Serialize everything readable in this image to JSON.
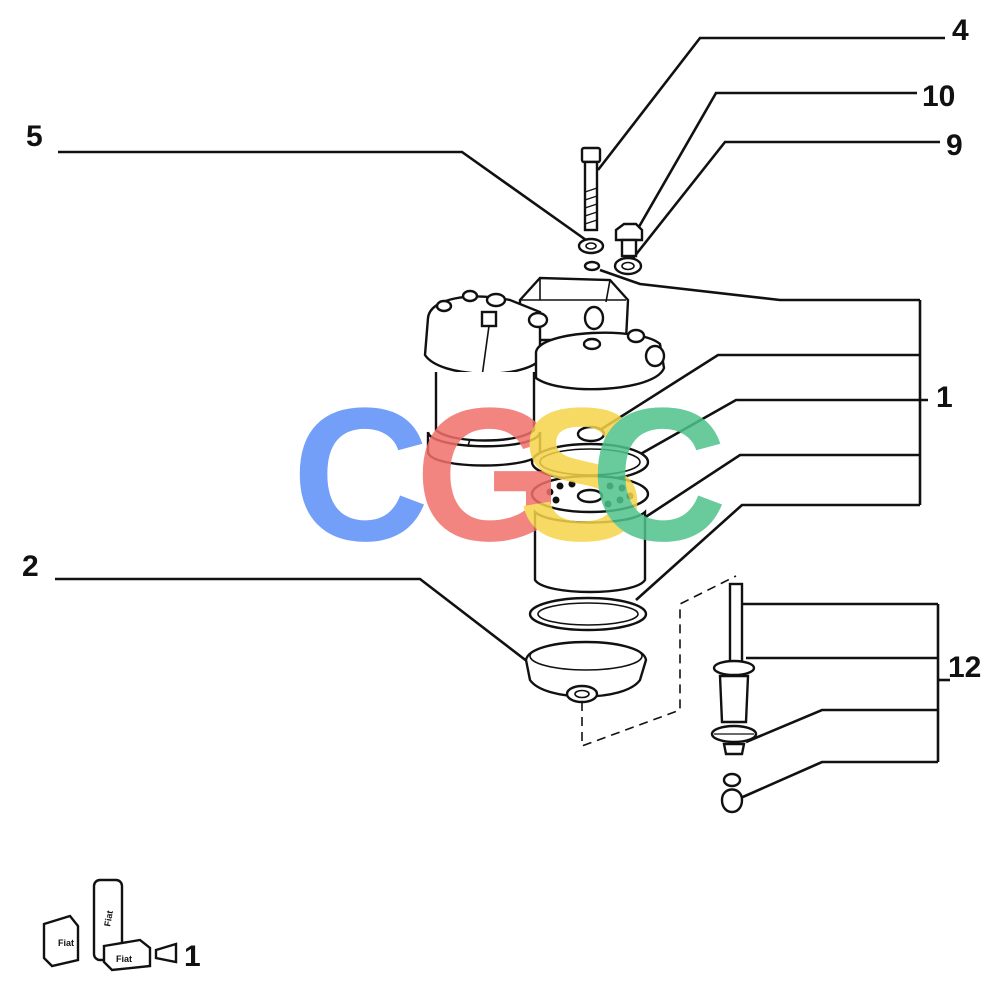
{
  "callouts": {
    "c4": "4",
    "c10": "10",
    "c9": "9",
    "c5": "5",
    "c1": "1",
    "c2": "2",
    "c12": "12",
    "kit": "1"
  },
  "kit_labels": {
    "box_left": "Fiat",
    "tube": "Fiat",
    "box_right": "Fiat"
  },
  "watermark": {
    "letters": [
      "C",
      "G",
      "S",
      "C"
    ],
    "colors": [
      "#5b8ff9",
      "#f0706a",
      "#f6d44a",
      "#4fc38a"
    ]
  }
}
